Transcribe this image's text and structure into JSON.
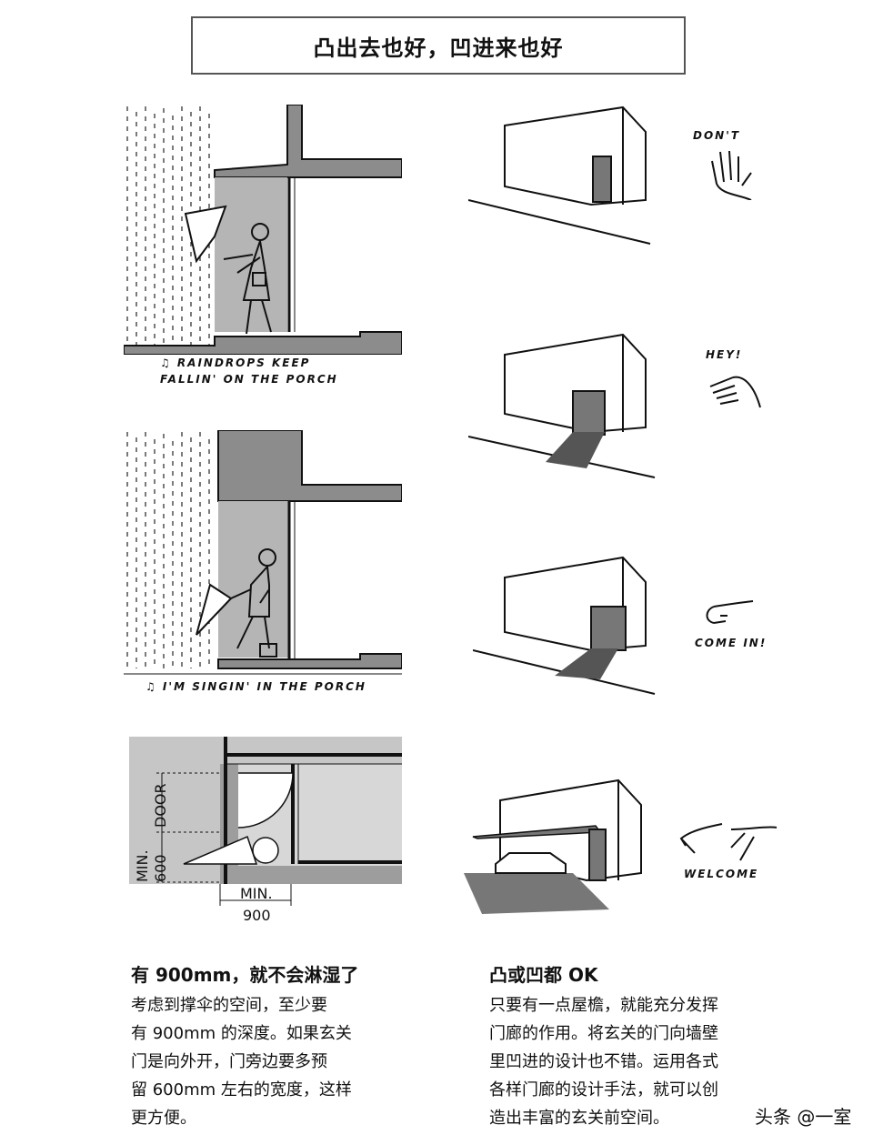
{
  "title": "凸出去也好，凹进来也好",
  "captions": {
    "rain": "♫ RAINDROPS KEEP\nFALLIN' ON THE PORCH",
    "sing": "♫ I'M SINGIN' IN THE PORCH"
  },
  "plan_labels": {
    "door": "DOOR",
    "min600": "MIN.\n600",
    "min900_top": "MIN.",
    "min900_bottom": "900"
  },
  "gestures": [
    "DON'T",
    "HEY!",
    "COME IN!",
    "WELCOME"
  ],
  "left_section": {
    "heading": "有 900mm，就不会淋湿了",
    "lines": [
      "考虑到撑伞的空间，至少要",
      "有 900mm 的深度。如果玄关",
      "门是向外开，门旁边要多预",
      "留 600mm 左右的宽度，这样",
      "更方便。"
    ]
  },
  "right_section": {
    "heading": "凸或凹都 OK",
    "lines": [
      "只要有一点屋檐，就能充分发挥",
      "门廊的作用。将玄关的门向墙壁",
      "里凹进的设计也不错。运用各式",
      "各样门廊的设计手法，就可以创",
      "造出丰富的玄关前空间。"
    ]
  },
  "watermark": "头条 @一室"
}
